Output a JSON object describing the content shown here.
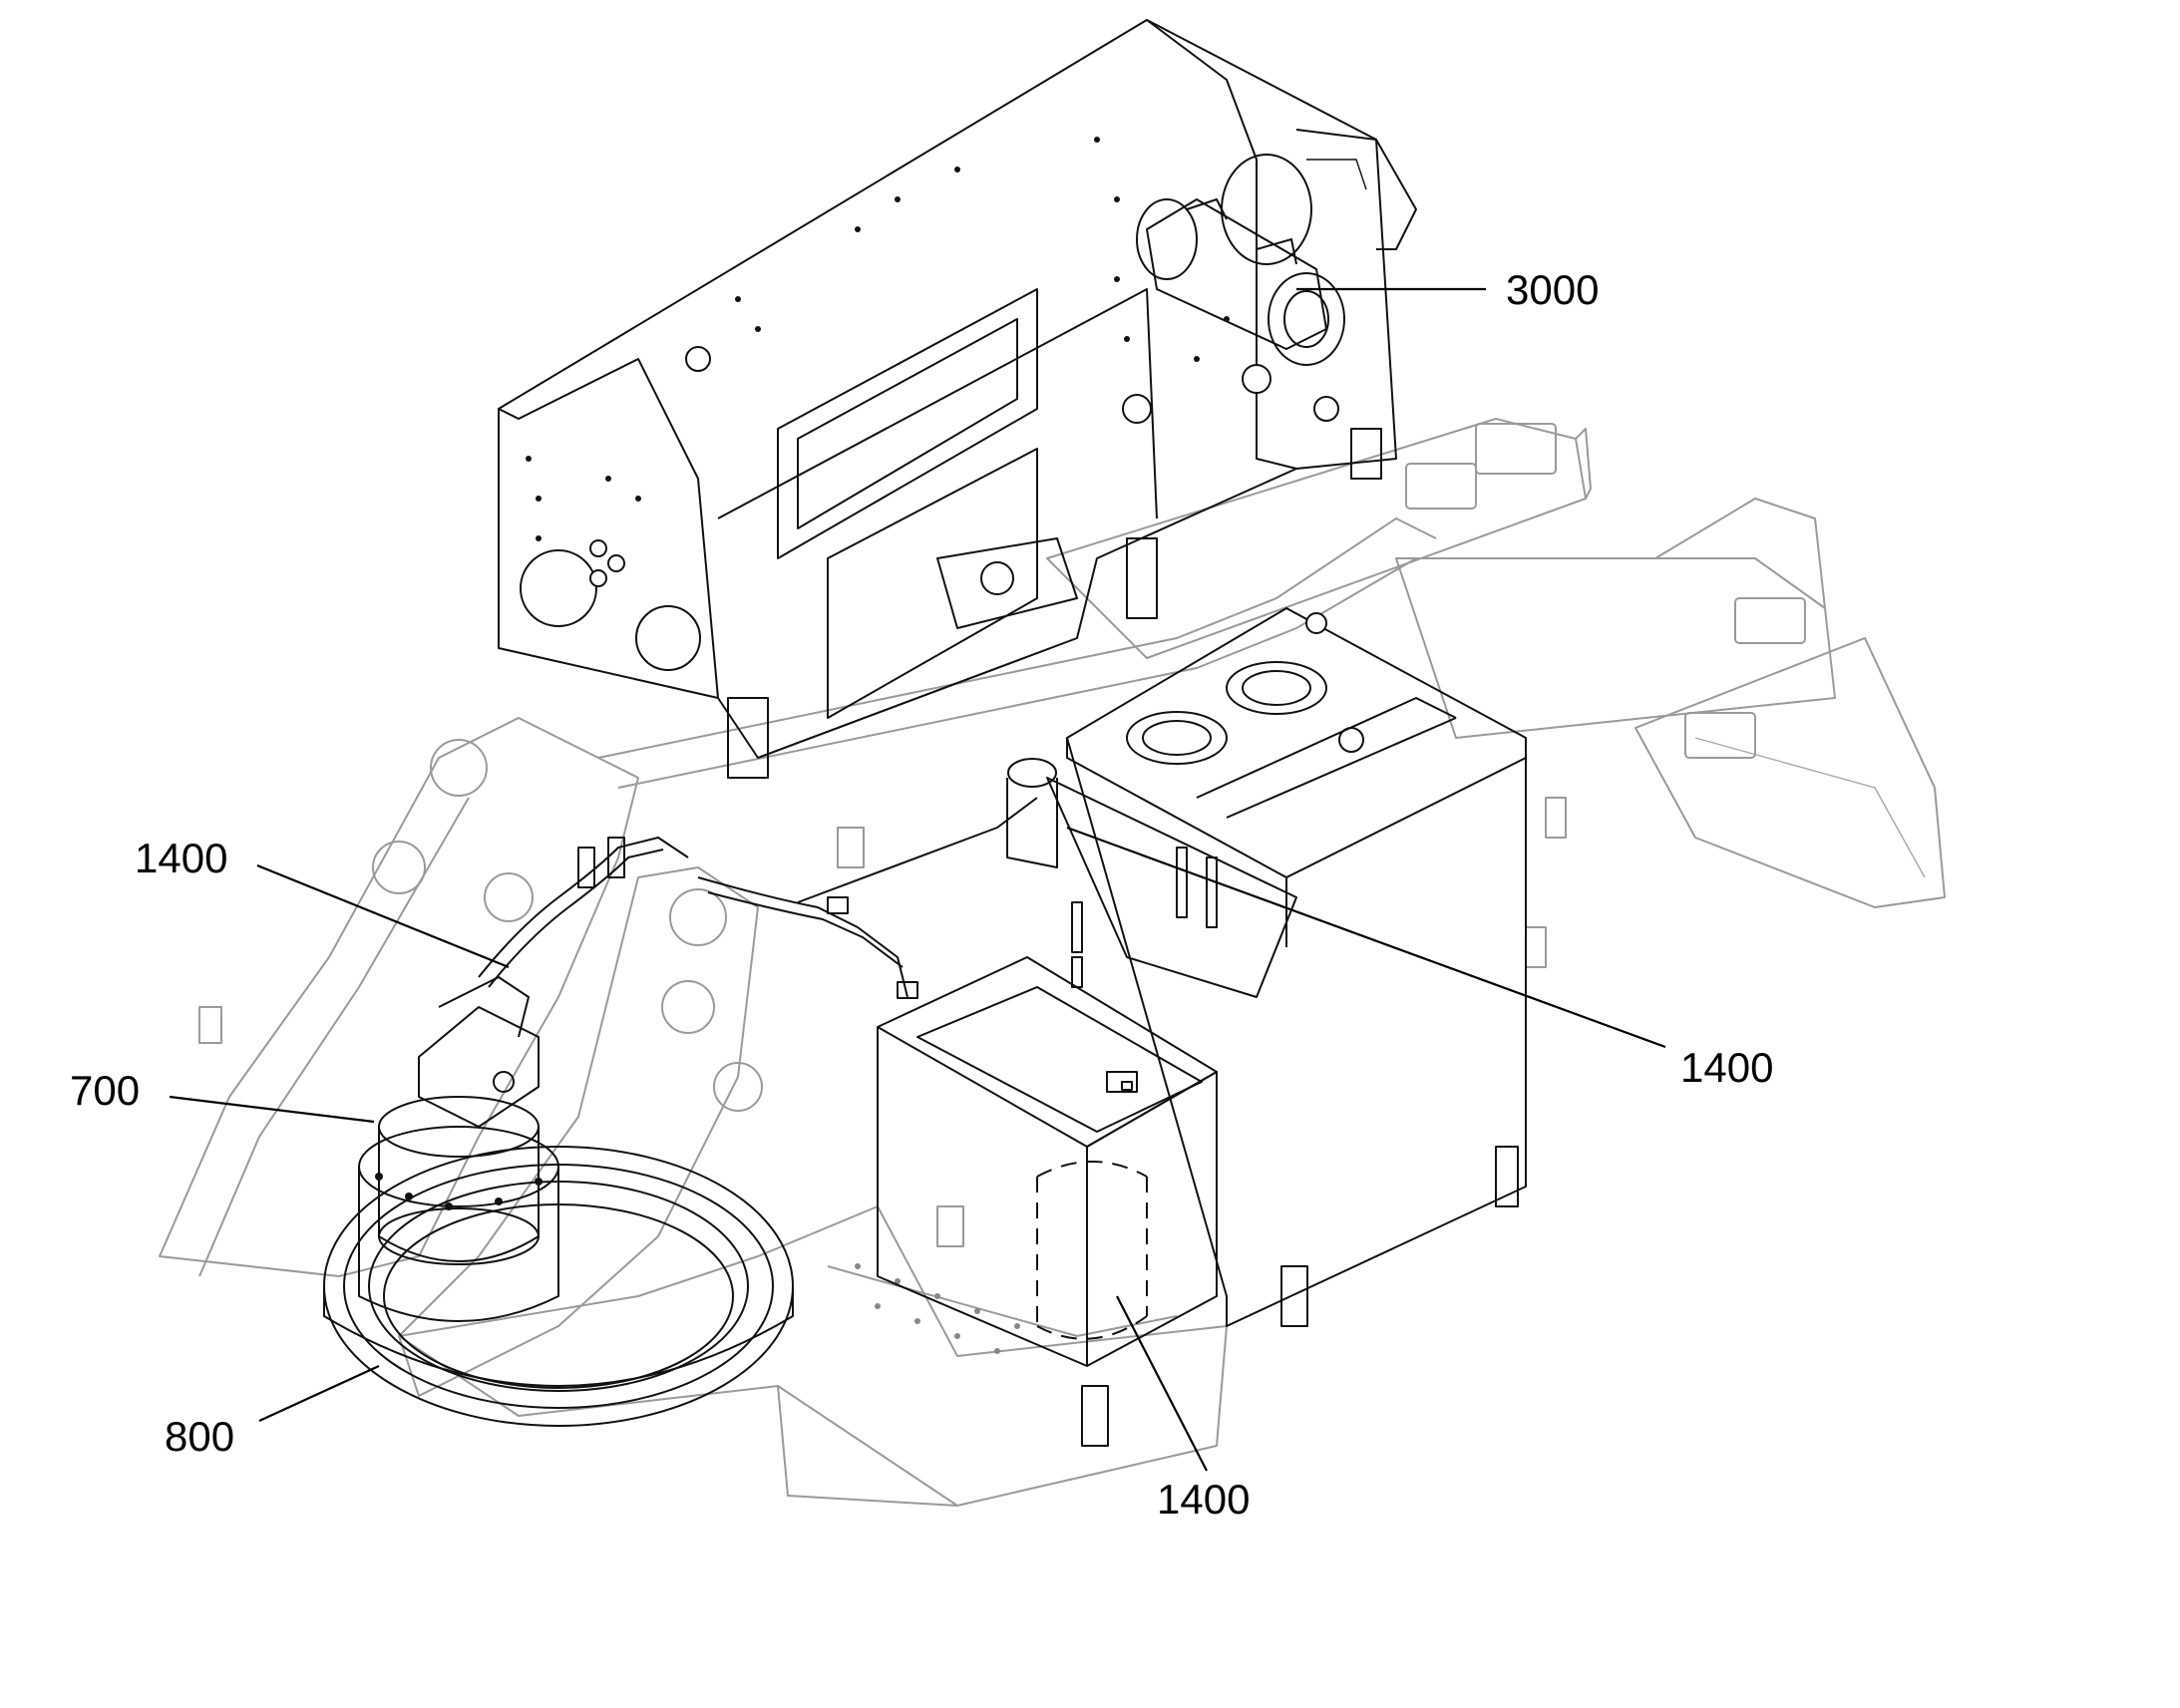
{
  "callouts": [
    {
      "id": "c-3000",
      "label": "3000"
    },
    {
      "id": "c-1400-left",
      "label": "1400"
    },
    {
      "id": "c-700",
      "label": "700"
    },
    {
      "id": "c-1400-right",
      "label": "1400"
    },
    {
      "id": "c-800",
      "label": "800"
    },
    {
      "id": "c-1400-bottom",
      "label": "1400"
    }
  ],
  "colors": {
    "line": "#111111",
    "ghost_line": "#9a9a9a",
    "background": "#ffffff"
  }
}
